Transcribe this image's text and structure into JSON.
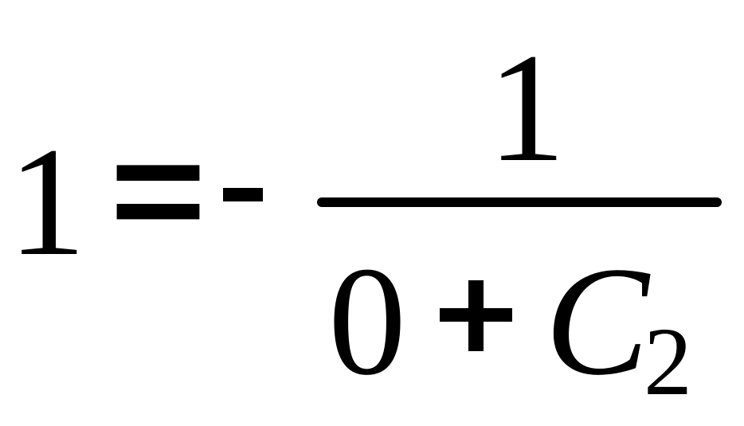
{
  "equation": {
    "lhs": "1",
    "equals": "=",
    "minus": "-",
    "numerator": "1",
    "denominator": {
      "first_term": "0",
      "operator": "+",
      "variable": "C",
      "subscript": "2"
    }
  }
}
